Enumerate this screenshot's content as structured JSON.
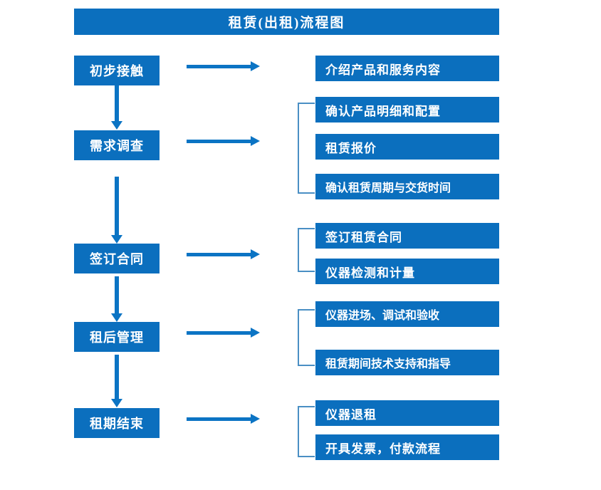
{
  "chart_data": {
    "type": "diagram",
    "title": "租赁(出租)流程图",
    "orientation": "vertical-with-detail-column",
    "stages": [
      {
        "id": "stage-1",
        "label": "初步接触",
        "details": [
          "介绍产品和服务内容"
        ],
        "bracketed": false
      },
      {
        "id": "stage-2",
        "label": "需求调查",
        "details": [
          "确认产品明细和配置",
          "租赁报价",
          "确认租赁周期与交货时间"
        ],
        "bracketed": true
      },
      {
        "id": "stage-3",
        "label": "签订合同",
        "details": [
          "签订租赁合同",
          "仪器检测和计量"
        ],
        "bracketed": true
      },
      {
        "id": "stage-4",
        "label": "租后管理",
        "details": [
          "仪器进场、调试和验收",
          "租赁期间技术支持和指导"
        ],
        "bracketed": true
      },
      {
        "id": "stage-5",
        "label": "租期结束",
        "details": [
          "仪器退租",
          "开具发票，付款流程"
        ],
        "bracketed": true
      }
    ],
    "flow_order": [
      "初步接触",
      "需求调查",
      "签订合同",
      "租后管理",
      "租期结束"
    ],
    "colors": {
      "box_fill": "#0b6fbe",
      "box_text": "#ffffff",
      "arrow": "#0b74c4",
      "bracket": "#4a8fc4",
      "background": "#ffffff"
    }
  },
  "diagram": {
    "title": "租赁(出租)流程图",
    "stage_labels": {
      "s1": "初步接触",
      "s2": "需求调查",
      "s3": "签订合同",
      "s4": "租后管理",
      "s5": "租期结束"
    },
    "details": {
      "d1_1": "介绍产品和服务内容",
      "d2_1": "确认产品明细和配置",
      "d2_2": "租赁报价",
      "d2_3": "确认租赁周期与交货时间",
      "d3_1": "签订租赁合同",
      "d3_2": "仪器检测和计量",
      "d4_1": "仪器进场、调试和验收",
      "d4_2": "租赁期间技术支持和指导",
      "d5_1": "仪器退租",
      "d5_2": "开具发票，付款流程"
    }
  }
}
